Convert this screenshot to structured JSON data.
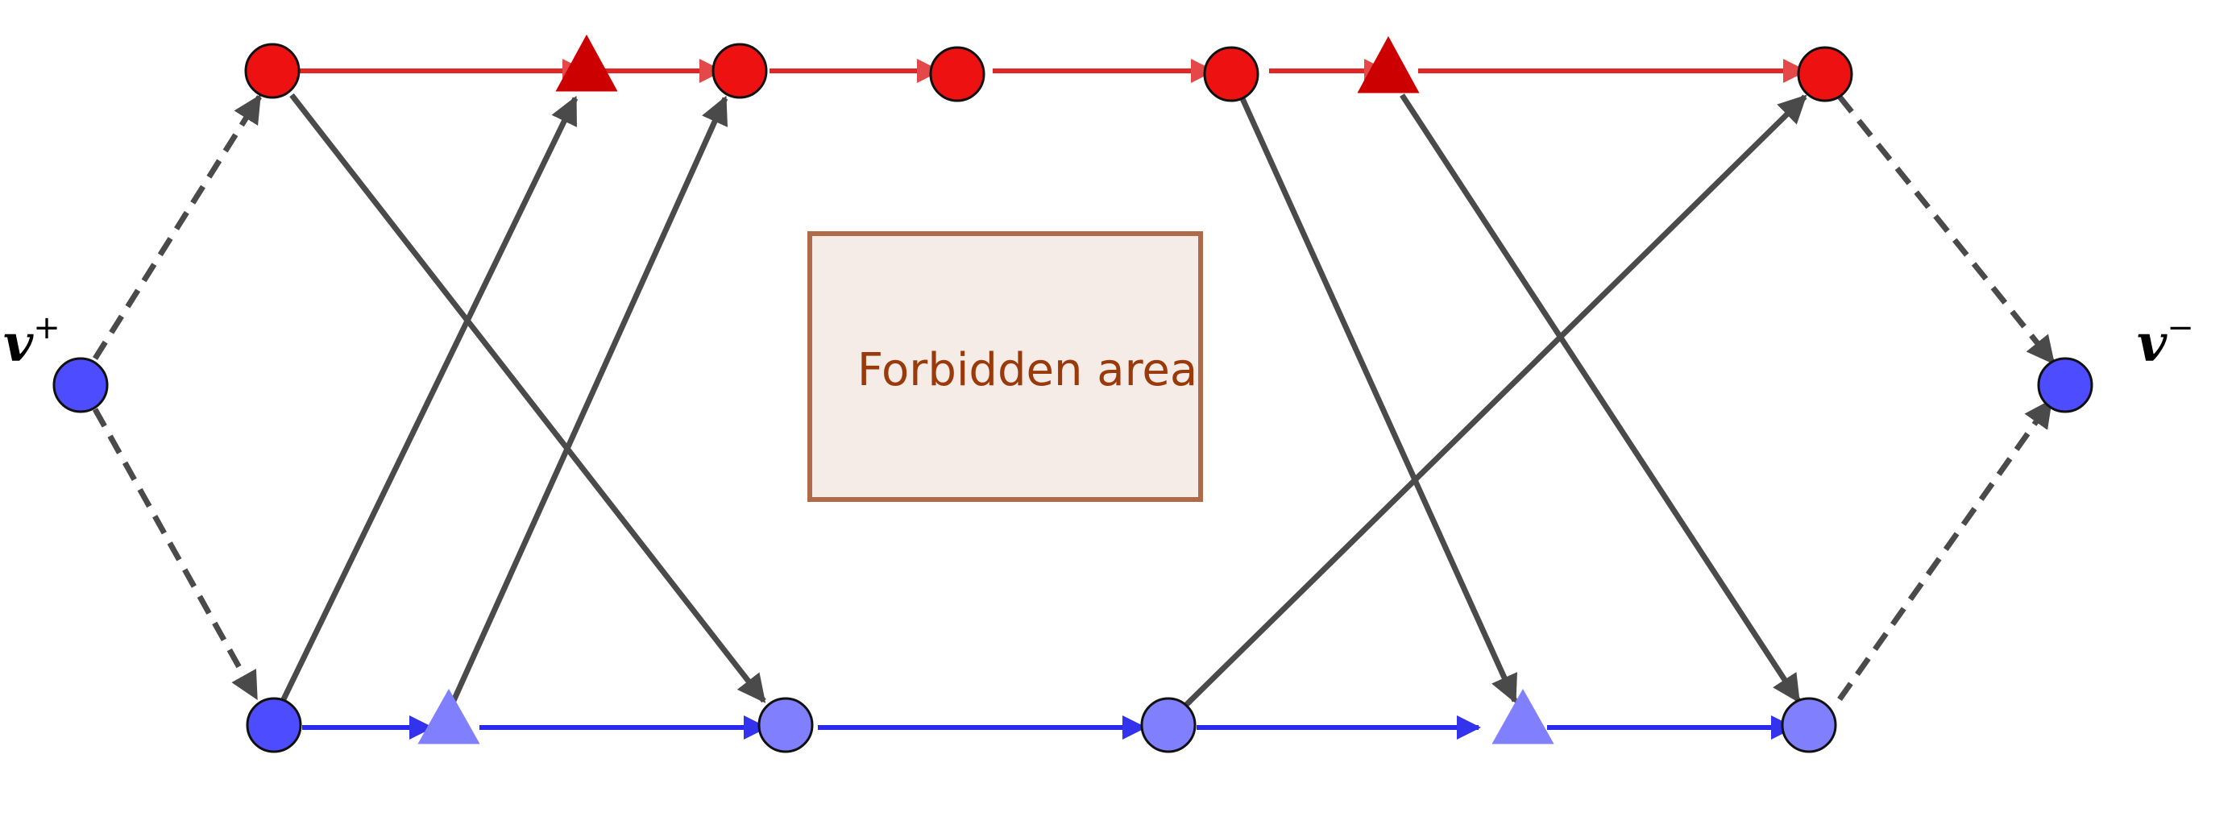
{
  "labels": {
    "source": "v",
    "source_sup": "+",
    "sink": "v",
    "sink_sup": "−",
    "forbidden": "Forbidden area"
  },
  "colors": {
    "red_fill": "#ee1111",
    "red_dark": "#cc0000",
    "red_edge": "#e02626",
    "blue_fill": "#4d4dff",
    "blue_light": "#8080ff",
    "blue_edge": "#2929ee",
    "gray_edge": "#4a4a4a",
    "forbidden_fill": "#f5ebe7",
    "forbidden_stroke": "#b06a4a",
    "forbidden_text": "#9a3a0a"
  }
}
